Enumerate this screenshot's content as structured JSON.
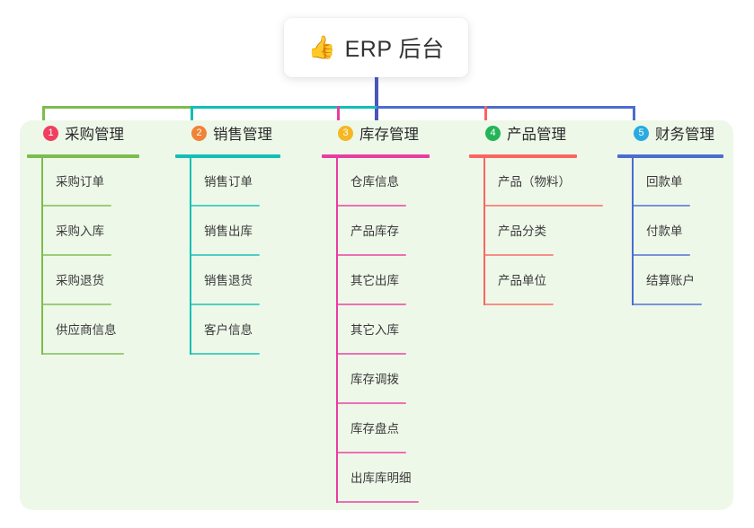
{
  "title": {
    "emoji": "👍",
    "emoji_name": "thumbs-up-icon",
    "text": "ERP 后台"
  },
  "colors": {
    "panel_background": "#eef8e9",
    "root_connector": "#4b55b8",
    "page_background": "#ffffff",
    "title_text": "#333333"
  },
  "branches": [
    {
      "number": "1",
      "title": "采购管理",
      "line_color": "#7bbd4c",
      "badge_color": "#ef4060",
      "items": [
        {
          "label": "采购订单"
        },
        {
          "label": "采购入库"
        },
        {
          "label": "采购退货"
        },
        {
          "label": "供应商信息"
        }
      ]
    },
    {
      "number": "2",
      "title": "销售管理",
      "line_color": "#12bfb4",
      "badge_color": "#f08336",
      "items": [
        {
          "label": "销售订单"
        },
        {
          "label": "销售出库"
        },
        {
          "label": "销售退货"
        },
        {
          "label": "客户信息"
        }
      ]
    },
    {
      "number": "3",
      "title": "库存管理",
      "line_color": "#ea3ca0",
      "badge_color": "#f5b723",
      "items": [
        {
          "label": "仓库信息"
        },
        {
          "label": "产品库存"
        },
        {
          "label": "其它出库"
        },
        {
          "label": "其它入库"
        },
        {
          "label": "库存调拨"
        },
        {
          "label": "库存盘点"
        },
        {
          "label": "出库库明细"
        }
      ]
    },
    {
      "number": "4",
      "title": "产品管理",
      "line_color": "#fb6560",
      "badge_color": "#23b457",
      "items": [
        {
          "label": "产品（物料）"
        },
        {
          "label": "产品分类"
        },
        {
          "label": "产品单位"
        }
      ]
    },
    {
      "number": "5",
      "title": "财务管理",
      "line_color": "#4b6cd0",
      "badge_color": "#29abe2",
      "items": [
        {
          "label": "回款单"
        },
        {
          "label": "付款单"
        },
        {
          "label": "结算账户"
        }
      ]
    }
  ]
}
